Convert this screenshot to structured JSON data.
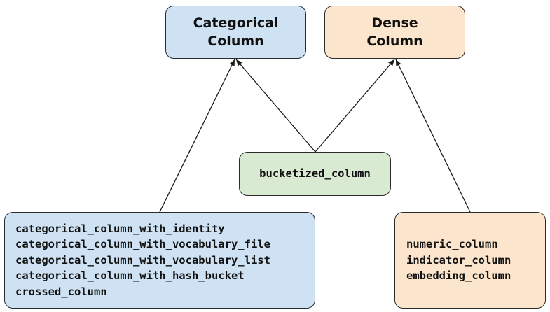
{
  "nodes": {
    "categorical_column": {
      "line1": "Categorical",
      "line2": "Column"
    },
    "dense_column": {
      "line1": "Dense",
      "line2": "Column"
    },
    "bucketized": {
      "label": "bucketized_column"
    },
    "categorical_functions": [
      "categorical_column_with_identity",
      "categorical_column_with_vocabulary_file",
      "categorical_column_with_vocabulary_list",
      "categorical_column_with_hash_bucket",
      "crossed_column"
    ],
    "dense_functions": [
      "numeric_column",
      "indicator_column",
      "embedding_column"
    ]
  },
  "colors": {
    "categorical_fill": "#cfe2f3",
    "dense_fill": "#fce5cd",
    "bucketized_fill": "#d9ead3",
    "border": "#2b2b2b",
    "edge": "#1a1a1a"
  }
}
